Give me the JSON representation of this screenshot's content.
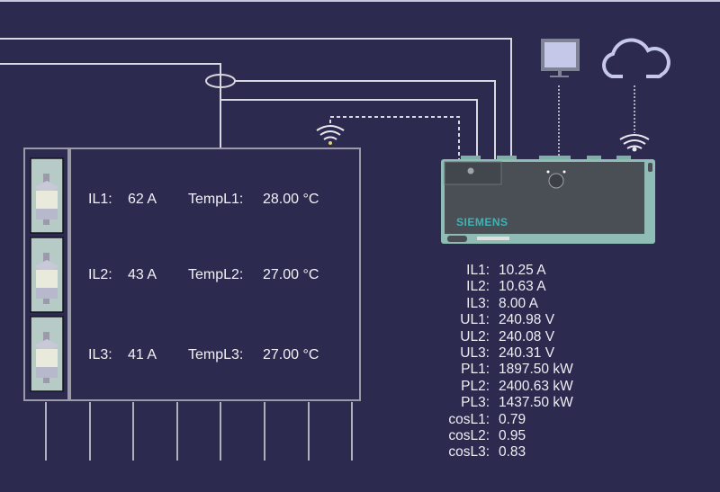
{
  "feeder": {
    "rows": [
      {
        "current_label": "IL1:",
        "current_value": "62 A",
        "temp_label": "TempL1:",
        "temp_value": "28.00 °C"
      },
      {
        "current_label": "IL2:",
        "current_value": "43 A",
        "temp_label": "TempL2:",
        "temp_value": "27.00 °C"
      },
      {
        "current_label": "IL3:",
        "current_value": "41 A",
        "temp_label": "TempL3:",
        "temp_value": "27.00 °C"
      }
    ]
  },
  "device": {
    "brand": "SIEMENS",
    "icons": [
      "monitor-icon",
      "cloud-icon",
      "wifi-icon",
      "fuse-icon"
    ]
  },
  "measurements": [
    {
      "label": "IL1:",
      "value": "10.25 A"
    },
    {
      "label": "IL2:",
      "value": "10.63 A"
    },
    {
      "label": "IL3:",
      "value": "8.00 A"
    },
    {
      "label": "UL1:",
      "value": "240.98 V"
    },
    {
      "label": "UL2:",
      "value": "240.08 V"
    },
    {
      "label": "UL3:",
      "value": "240.31 V"
    },
    {
      "label": "PL1:",
      "value": "1897.50 kW"
    },
    {
      "label": "PL2:",
      "value": "2400.63 kW"
    },
    {
      "label": "PL3:",
      "value": "1437.50 kW"
    },
    {
      "label": "cosL1:",
      "value": "0.79"
    },
    {
      "label": "cosL2:",
      "value": "0.95"
    },
    {
      "label": "cosL3:",
      "value": "0.83"
    }
  ],
  "colors": {
    "background": "#2d2a4f",
    "line": "#d8d8e0",
    "device": "#4a4f55",
    "device_frame": "#8fbcb4",
    "brand": "#3fb3b5",
    "icon": "#c5c8e8"
  }
}
